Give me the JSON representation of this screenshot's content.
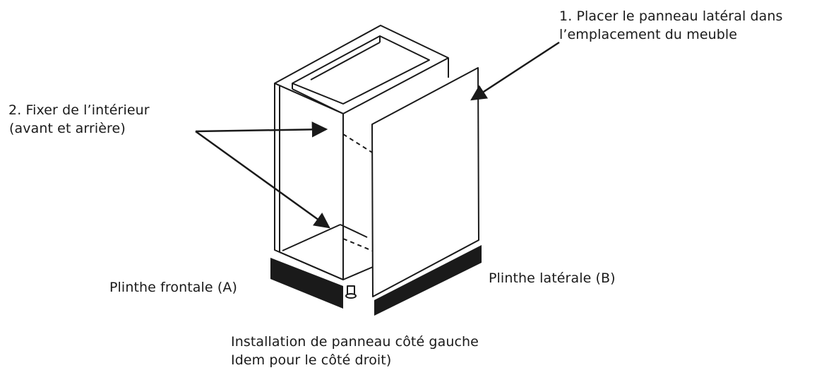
{
  "annotations": {
    "step1": {
      "line1": "1.  Placer le panneau latéral dans",
      "line2": "l’emplacement du meuble"
    },
    "step2": {
      "line1": "2.   Fixer de l’intérieur",
      "line2": "(avant et arrière)"
    },
    "plinth_front": "Plinthe frontale (A)",
    "plinth_side": "Plinthe latérale (B)"
  },
  "caption": {
    "line1": "Installation de panneau côté gauche",
    "line2": "Idem pour le côté droit)"
  },
  "colors": {
    "ink": "#1a1a1a",
    "plinth": "#1a1a1a",
    "background": "#ffffff"
  }
}
